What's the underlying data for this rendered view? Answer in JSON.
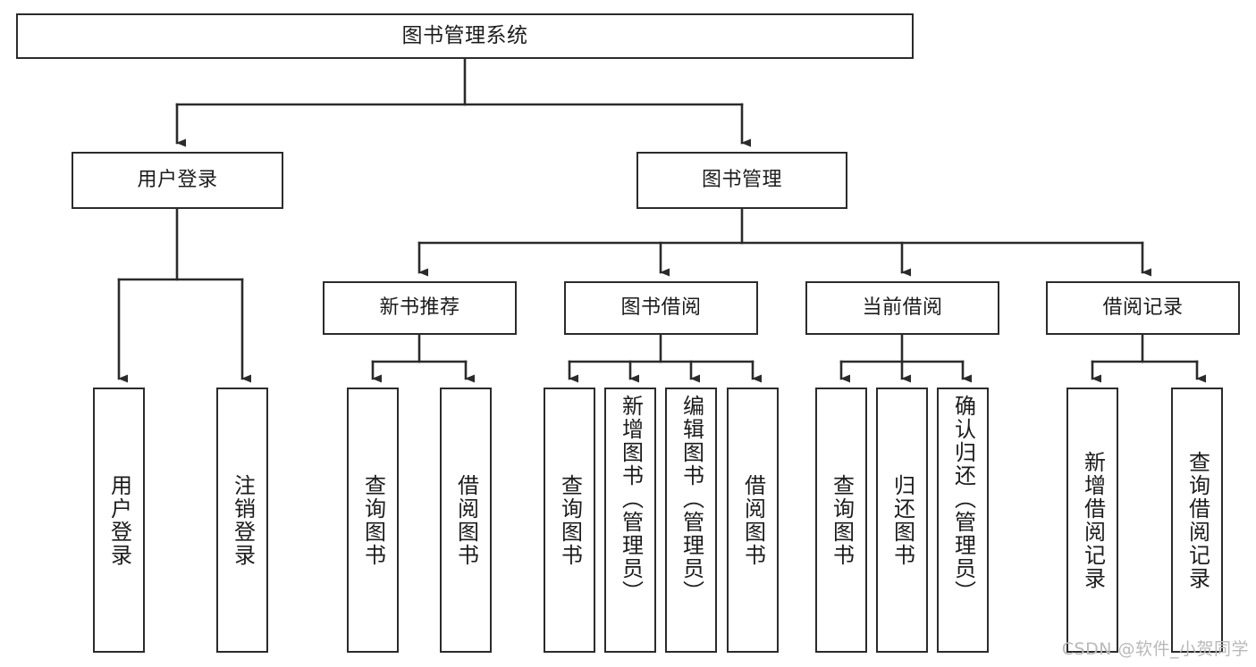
{
  "diagram": {
    "title": "图书管理系统",
    "type": "tree-hierarchy-chart",
    "root": {
      "label": "图书管理系统"
    },
    "level2": [
      {
        "label": "用户登录"
      },
      {
        "label": "图书管理"
      }
    ],
    "level3": [
      {
        "label": "新书推荐"
      },
      {
        "label": "图书借阅"
      },
      {
        "label": "当前借阅"
      },
      {
        "label": "借阅记录"
      }
    ],
    "leaves": {
      "user_login": [
        {
          "label": "用户登录"
        },
        {
          "label": "注销登录"
        }
      ],
      "new_book_recommend": [
        {
          "label": "查询图书"
        },
        {
          "label": "借阅图书"
        }
      ],
      "book_borrow": [
        {
          "label": "查询图书"
        },
        {
          "label": "新增图书（管理员）"
        },
        {
          "label": "编辑图书（管理员）"
        },
        {
          "label": "借阅图书"
        }
      ],
      "current_borrow": [
        {
          "label": "查询图书"
        },
        {
          "label": "归还图书"
        },
        {
          "label": "确认归还（管理员）"
        }
      ],
      "borrow_record": [
        {
          "label": "新增借阅记录"
        },
        {
          "label": "查询借阅记录"
        }
      ]
    }
  },
  "watermark": {
    "text": "CSDN @软件_小贺同学"
  },
  "colors": {
    "stroke": "#2b2b2b",
    "fill": "#ffffff",
    "text": "#1c1c1c",
    "watermark": "#b9b9b9"
  }
}
